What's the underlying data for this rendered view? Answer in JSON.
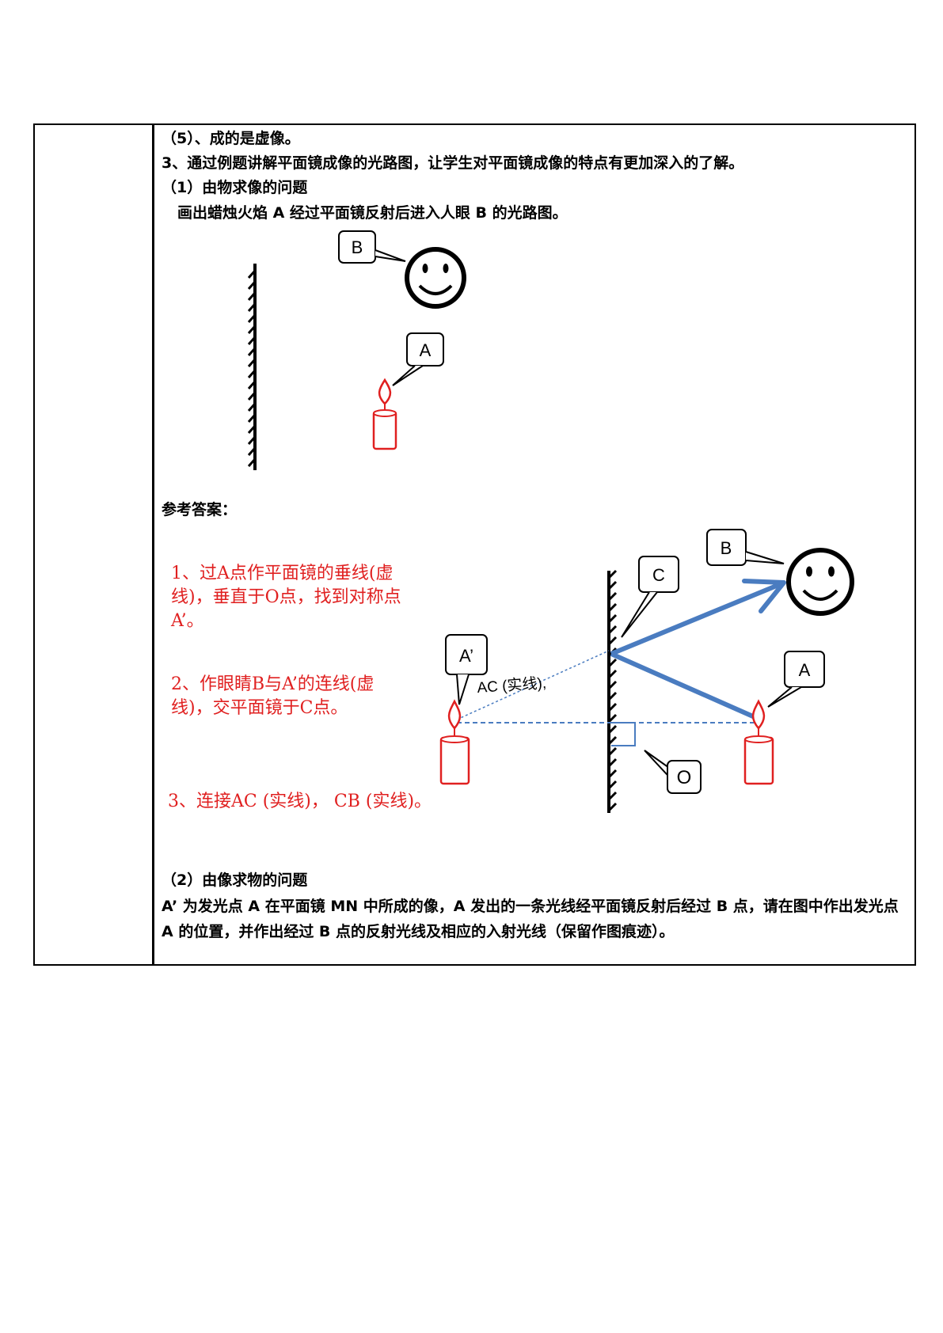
{
  "lines": {
    "l1": "（5）、成的是虚像。",
    "l2": "3、通过例题讲解平面镜成像的光路图，让学生对平面镜成像的特点有更加深入的了解。",
    "l3": "（1）由物求像的问题",
    "l4": "画出蜡烛火焰 A 经过平面镜反射后进入人眼 B 的光路图。",
    "answer_heading": "参考答案：",
    "l5": "（2）由像求物的问题",
    "l6": "A’ 为发光点 A 在平面镜 MN 中所成的像，A 发出的一条光线经平面镜反射后经过 B 点，请在图中作出发光点 A 的位置，并作出经过 B 点的反射光线及相应的入射光线（保留作图痕迹）。"
  },
  "steps": {
    "s1": "1、过A点作平面镜的垂线(虚线)，垂直于O点，找到对称点A’。",
    "s2": "2、作眼睛B与A’的连线(虚线)，交平面镜于C点。",
    "s3": "3、连接AC (实线)， CB (实线)。"
  },
  "figure1": {
    "label_b": "B",
    "label_a": "A"
  },
  "figure2": {
    "label_b": "B",
    "label_c": "C",
    "label_a_prime": "A’",
    "label_a": "A",
    "label_o": "O",
    "ac_label": "AC (实线),"
  },
  "colors": {
    "red": "#e02020",
    "blue": "#4a7cc0",
    "black": "#000000"
  }
}
